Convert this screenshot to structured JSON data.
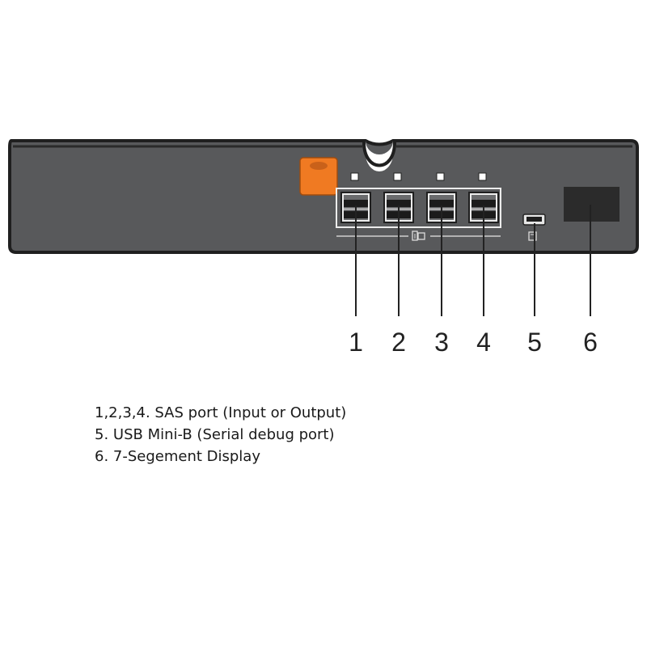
{
  "ports": [
    {
      "id": 1,
      "tag": "1"
    },
    {
      "id": 2,
      "tag": "2"
    },
    {
      "id": 3,
      "tag": "3"
    },
    {
      "id": 4,
      "tag": "4"
    }
  ],
  "callouts": [
    "1",
    "2",
    "3",
    "4",
    "5",
    "6"
  ],
  "legend": [
    "1,2,3,4. SAS port (Input or Output)",
    "5. USB Mini-B (Serial debug port)",
    "6. 7-Segement Display"
  ],
  "colors": {
    "panel": "#58595b",
    "panel_border": "#1f1f1f",
    "latch": "#f07a22",
    "port_housing": "#6a6b6d",
    "port_frame": "#ececec",
    "display": "#2b2b2b",
    "leader": "#222222"
  },
  "icons": {
    "latch": "orange-release-latch-icon",
    "sas_group": "sas-link-symbol-icon",
    "usb": "usb-mini-b-port-icon",
    "usb_label": "serial-debug-symbol-icon"
  }
}
